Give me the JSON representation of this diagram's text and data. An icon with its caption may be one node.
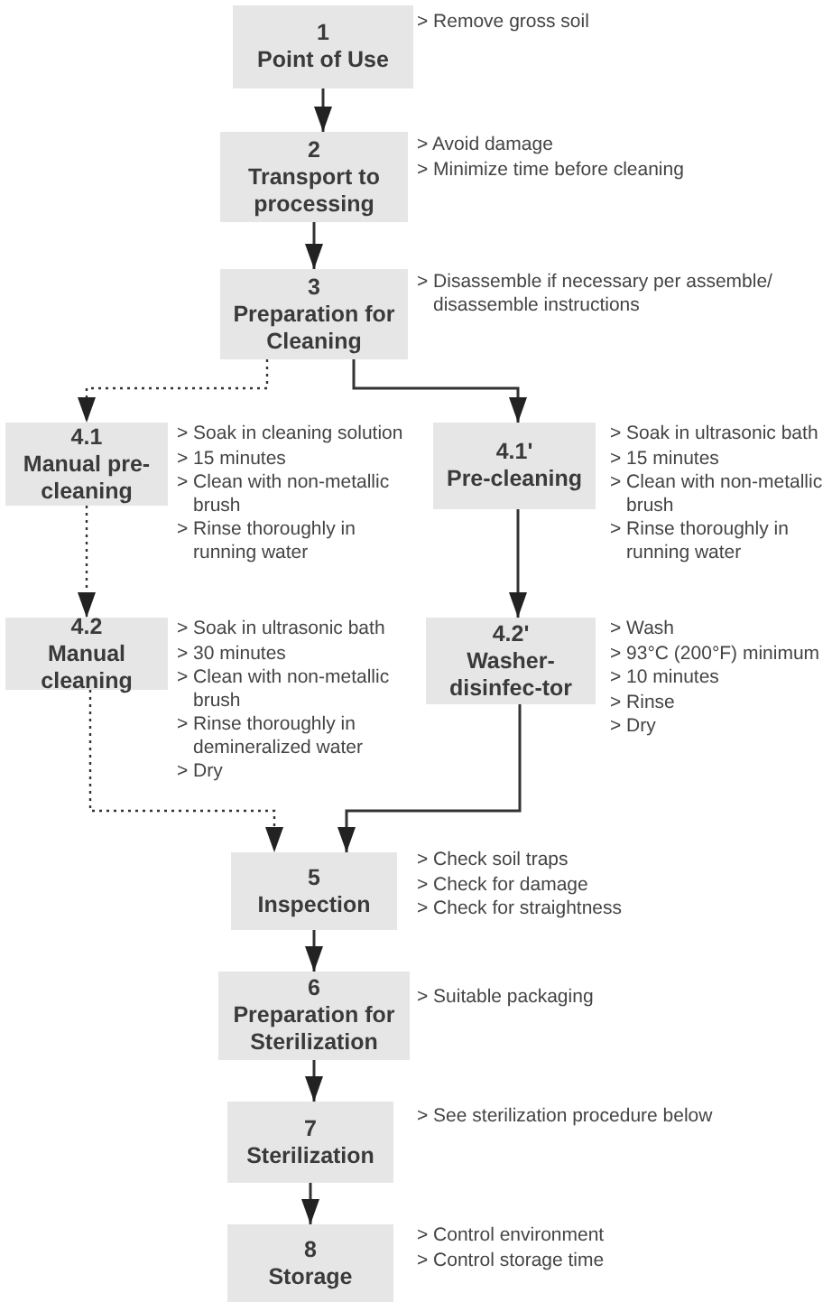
{
  "diagram": {
    "nodes": [
      {
        "text": [
          "1",
          "Point of Use"
        ],
        "beside": [
          "> Remove gross soil"
        ]
      },
      {
        "text": [
          "2",
          "Transport to processing"
        ],
        "beside": [
          "> Avoid damage",
          "> Minimize time before cleaning"
        ]
      },
      {
        "text": [
          "3",
          "Preparation for Cleaning"
        ],
        "beside": [
          "> Disassemble if necessary per assemble/ disassemble instructions"
        ]
      },
      {
        "text": [
          "4.1",
          "Manual pre-cleaning"
        ],
        "beside": [
          "> Soak in cleaning solution",
          "> 15 minutes",
          "> Clean with non-metallic brush",
          "> Rinse thoroughly in running water"
        ]
      },
      {
        "text": [
          "4.1'",
          "Pre-cleaning"
        ],
        "beside": [
          "> Soak in ultrasonic bath",
          "> 15 minutes",
          "> Clean with non-metallic brush",
          "> Rinse thoroughly in running water"
        ]
      },
      {
        "text": [
          "4.2",
          "Manual cleaning"
        ],
        "beside": [
          "> Soak in ultrasonic bath",
          "> 30 minutes",
          "> Clean with non-metallic brush",
          "> Rinse thoroughly in demineralized water",
          "> Dry"
        ]
      },
      {
        "text": [
          "4.2'",
          "Washer-disinfec-tor"
        ],
        "beside": [
          "> Wash",
          "> 93°C (200°F) minimum",
          "> 10 minutes",
          "> Rinse",
          "> Dry"
        ]
      },
      {
        "text": [
          "5",
          "Inspection"
        ],
        "beside": [
          "> Check soil traps",
          "> Check for damage",
          "> Check for straightness"
        ]
      },
      {
        "text": [
          "6",
          "Preparation for Sterilization"
        ],
        "beside": [
          "> Suitable packaging"
        ]
      },
      {
        "text": [
          "7",
          "Sterilization"
        ],
        "beside": [
          "> See sterilization procedure below"
        ]
      },
      {
        "text": [
          "8",
          "Storage"
        ],
        "beside": [
          "> Control environment",
          "> Control storage time"
        ]
      }
    ],
    "edges": [
      {
        "from": 0,
        "to": 1,
        "arrow": "to"
      },
      {
        "from": 1,
        "to": 2,
        "arrow": "to"
      },
      {
        "from": 2,
        "to": 3,
        "arrow": "to",
        "style": "dashed"
      },
      {
        "from": 2,
        "to": 4,
        "arrow": "to"
      },
      {
        "from": 3,
        "to": 5,
        "arrow": "to",
        "style": "dashed"
      },
      {
        "from": 4,
        "to": 6,
        "arrow": "to"
      },
      {
        "from": 5,
        "to": 7,
        "arrow": "to",
        "style": "dashed"
      },
      {
        "from": 6,
        "to": 7,
        "arrow": "to"
      },
      {
        "from": 7,
        "to": 8,
        "arrow": "to"
      },
      {
        "from": 8,
        "to": 9,
        "arrow": "to"
      },
      {
        "from": 9,
        "to": 10,
        "arrow": "to"
      }
    ]
  }
}
